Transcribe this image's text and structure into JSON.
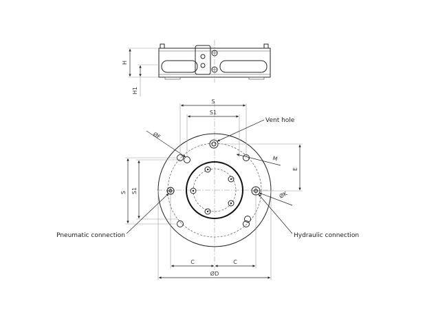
{
  "labels": {
    "vent_hole": "Vent hole",
    "pneumatic": "Pneumatic connection",
    "hydraulic": "Hydraulic connection"
  },
  "dimensions": {
    "h": "H",
    "h1": "H1",
    "s_top": "S",
    "s1_top": "S1",
    "s_left": "S",
    "s1_left": "S1",
    "e": "E",
    "c_left": "C",
    "c_right": "C",
    "d": "ØD",
    "f": "ØF",
    "m": "M",
    "k": "ØK"
  }
}
